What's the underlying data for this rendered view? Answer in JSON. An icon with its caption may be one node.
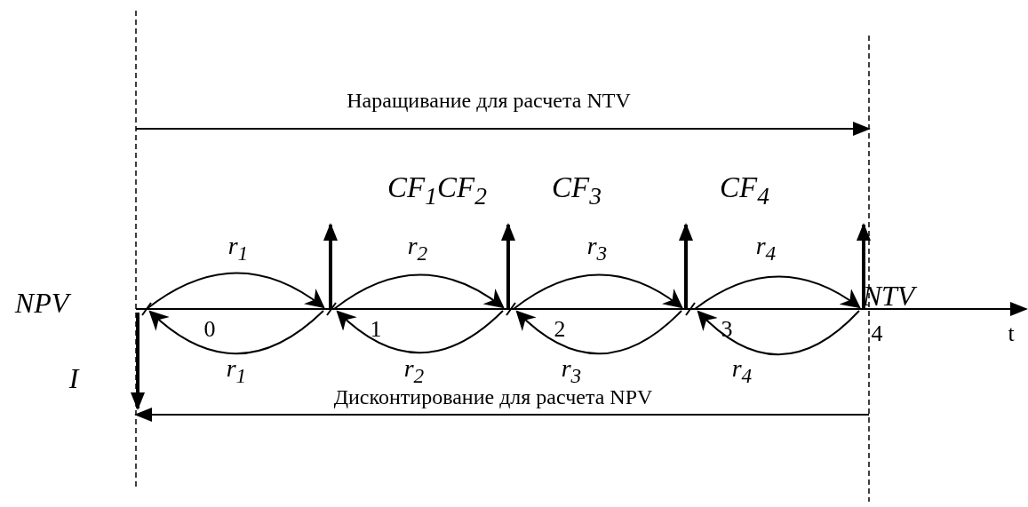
{
  "diagram": {
    "labels": [
      "Наращивание для расчета NTV",
      "CF$_{1}$CF$_{2}$",
      "CF$_{3}$",
      "CF$_{4}$",
      "r$_{1}$",
      "r$_{2}$",
      "r$_{3}$",
      "r$_{4}$",
      "NPV",
      "NTV",
      "0",
      "1",
      "2",
      "3",
      "4",
      "t",
      "I",
      "r$_{1}$",
      "r$_{2}$",
      "r$_{3}$",
      "r$_{4}$",
      "Дисконтирование для расчета NPV"
    ]
  }
}
